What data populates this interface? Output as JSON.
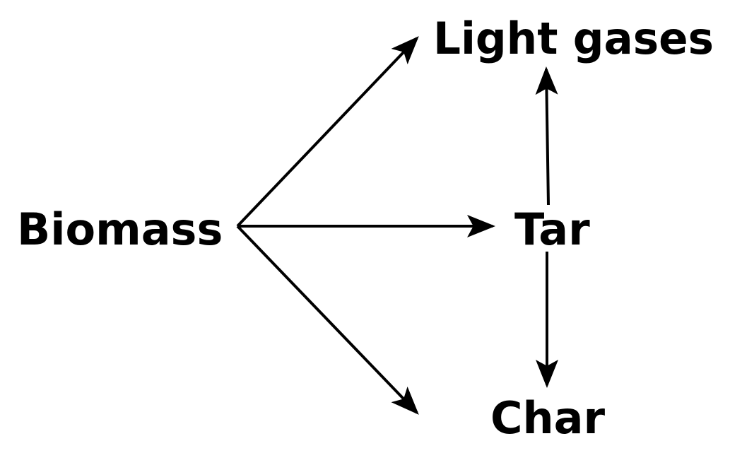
{
  "diagram": {
    "nodes": {
      "biomass": "Biomass",
      "light_gases": "Light gases",
      "tar": "Tar",
      "char": "Char"
    },
    "edges": [
      {
        "from": "Biomass",
        "to": "Light gases"
      },
      {
        "from": "Biomass",
        "to": "Tar"
      },
      {
        "from": "Biomass",
        "to": "Char"
      },
      {
        "from": "Tar",
        "to": "Light gases"
      },
      {
        "from": "Tar",
        "to": "Char"
      }
    ],
    "colors": {
      "ink": "#000000",
      "background": "#ffffff"
    }
  }
}
